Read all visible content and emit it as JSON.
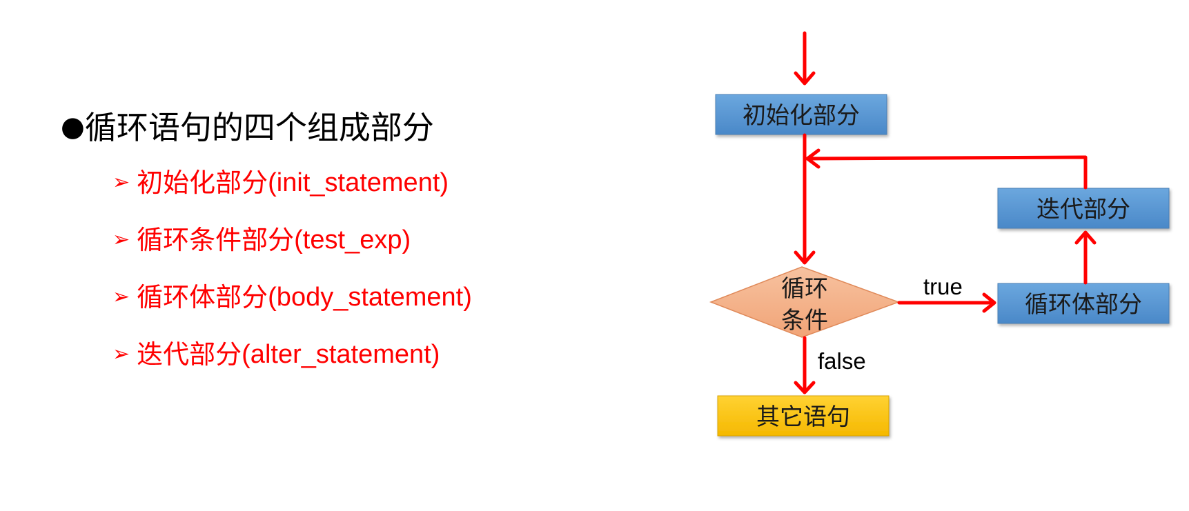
{
  "heading": "循环语句的四个组成部分",
  "items": [
    {
      "cn": "初始化部分",
      "en": "(init_statement)"
    },
    {
      "cn": "循环条件部分",
      "en": "(test_exp)"
    },
    {
      "cn": "循环体部分",
      "en": "(body_statement)"
    },
    {
      "cn": "迭代部分",
      "en": "(alter_statement)"
    }
  ],
  "flowchart": {
    "init": "初始化部分",
    "condition_line1": "循环",
    "condition_line2": "条件",
    "body": "循环体部分",
    "iterate": "迭代部分",
    "other": "其它语句",
    "true_label": "true",
    "false_label": "false"
  },
  "colors": {
    "arrow": "#ff0000",
    "process_box": "#5b9bd5",
    "decision": "#f4b183",
    "terminal": "#ffc000",
    "item_text": "#ff0000"
  }
}
